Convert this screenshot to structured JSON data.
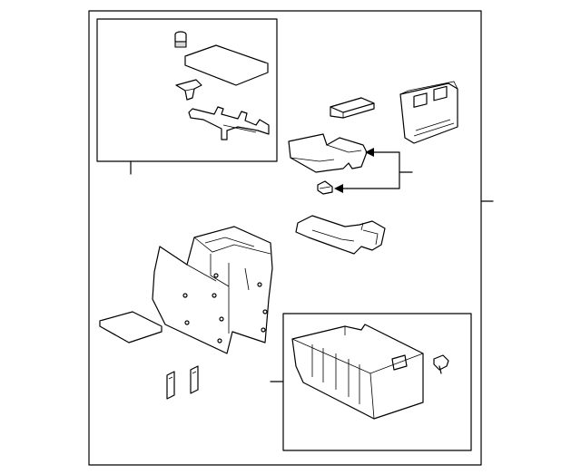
{
  "diagram": {
    "frames": [
      "outer-frame",
      "armrest-inset-frame",
      "box-inset-frame"
    ],
    "parts": [
      "armrest-pin",
      "armrest-lid-pad",
      "armrest-clip",
      "armrest-hinge-bracket",
      "console-trim-strip",
      "switch-bezel-panel",
      "console-side-bracket",
      "small-clip",
      "rear-duct",
      "console-body",
      "floor-mat-pad",
      "retainer-clip-left",
      "retainer-clip-right",
      "storage-box-insert",
      "screw-bolt"
    ]
  }
}
